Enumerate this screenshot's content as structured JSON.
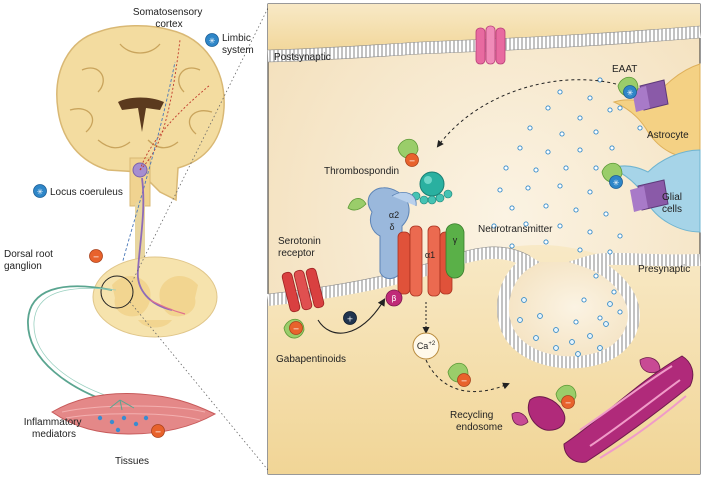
{
  "labels": {
    "somatosensory_cortex": [
      "Somatosensory",
      "cortex"
    ],
    "limbic_system": [
      "Limbic",
      "system"
    ],
    "locus_coeruleus": "Locus coeruleus",
    "dorsal_root_ganglion": [
      "Dorsal root",
      "ganglion"
    ],
    "inflammatory_mediators": [
      "Inflammatory",
      "mediators"
    ],
    "tissues": "Tissues",
    "postsynaptic": "Postsynaptic",
    "presynaptic": "Presynaptic",
    "eaat": "EAAT",
    "astrocyte": "Astrocyte",
    "glial_cells": [
      "Glial",
      "cells"
    ],
    "thrombospondin": "Thrombospondin",
    "neurotransmitter": "Neurotransmitter",
    "serotonin_receptor": [
      "Serotonin",
      "receptor"
    ],
    "gabapentinoids": "Gabapentinoids",
    "calcium": "Ca",
    "calcium_charge": "+2",
    "recycling_endosome": [
      "Recycling",
      "endosome"
    ]
  },
  "subunits": {
    "alpha2": "α2",
    "delta": "δ",
    "alpha1": "α1",
    "gamma": "γ",
    "beta": "β"
  },
  "symbols": {
    "minus": "−",
    "plus": "+",
    "star": "✳"
  },
  "colors": {
    "inhibit_orange": "#e8622c",
    "facilitate_blue": "#2e86c8",
    "channel_red": "#e0523a",
    "endosome_magenta": "#b02a7a",
    "receptor_pink": "#e86aa0",
    "eaat_purple": "#8a5aa8",
    "thrombospondin_teal": "#2ab0a0"
  }
}
